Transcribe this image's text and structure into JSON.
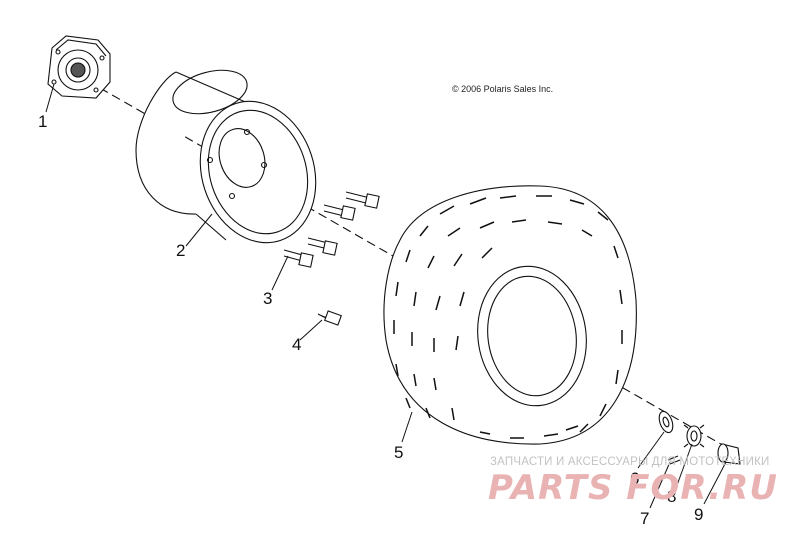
{
  "diagram": {
    "copyright": "© 2006 Polaris Sales Inc.",
    "callouts": [
      "1",
      "2",
      "3",
      "4",
      "5",
      "6",
      "7",
      "8",
      "9"
    ],
    "watermark": {
      "text": "ЗАПЧАСТИ И АКСЕССУАРЫ ДЛЯ МОТОТЕХНИКИ",
      "logo": "PARTS FOR.RU"
    }
  }
}
